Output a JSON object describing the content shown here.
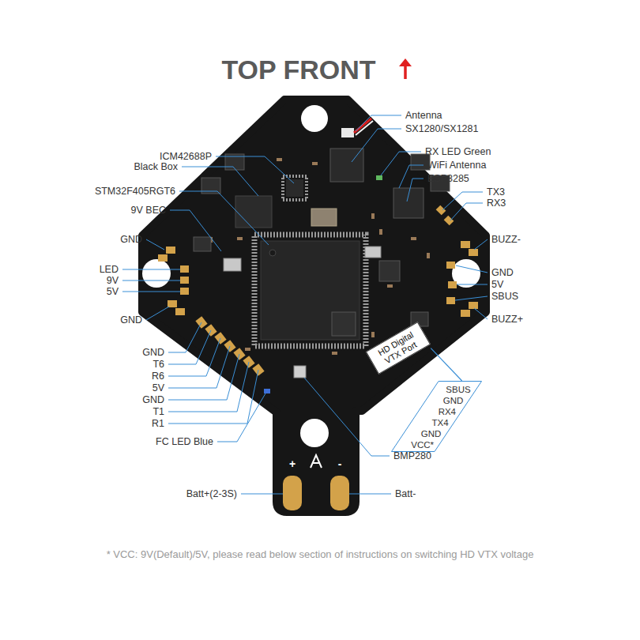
{
  "diagram": {
    "title": "TOP FRONT",
    "caption": "* VCC: 9V(Default)/5V, please read below section of instructions on switching HD VTX voltage",
    "nodes": [
      {
        "text": [
          "HD Digital VTX Port"
        ]
      },
      {
        "text": [
          "SBUS",
          "GND",
          "RX4",
          "TX4",
          "GND",
          "VCC*"
        ]
      }
    ],
    "edges": [
      {
        "from": 0,
        "to": 1,
        "arrow": "none"
      }
    ],
    "labels": [
      "Antenna",
      "SX1280/SX1281",
      "ICM42688P",
      "RX LED Green",
      "Black Box",
      "WiFi Antenna",
      "ESP8285",
      "TX3",
      "STM32F405RGT6",
      "RX3",
      "9V BEC",
      "GND",
      "BUZZ-",
      "LED",
      "GND",
      "9V",
      "5V",
      "5V",
      "SBUS",
      "GND",
      "BUZZ+",
      "GND",
      "T6",
      "R6",
      "5V",
      "GND",
      "T1",
      "R1",
      "FC LED Blue",
      "BMP280",
      "+",
      "-",
      "Batt+(2-3S)",
      "Batt-"
    ]
  }
}
